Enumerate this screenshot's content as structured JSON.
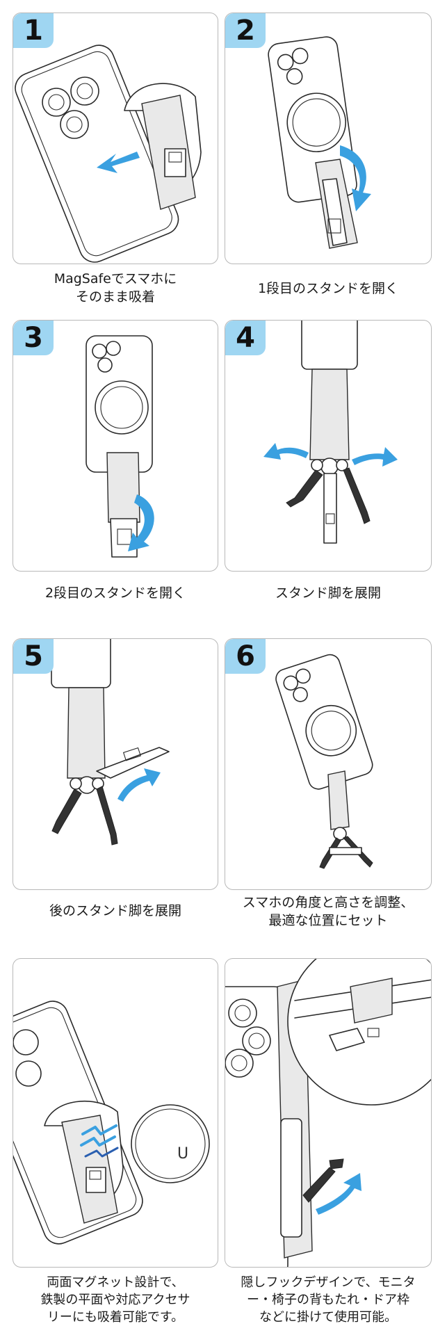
{
  "panels": [
    {
      "number": "1",
      "caption": [
        "MagSafeでスマホに",
        "そのまま吸着"
      ]
    },
    {
      "number": "2",
      "caption": [
        "1段目のスタンドを開く"
      ]
    },
    {
      "number": "3",
      "caption": [
        "2段目のスタンドを開く"
      ]
    },
    {
      "number": "4",
      "caption": [
        "スタンド脚を展開"
      ]
    },
    {
      "number": "5",
      "caption": [
        "後のスタンド脚を展開"
      ]
    },
    {
      "number": "6",
      "caption": [
        "スマホの角度と高さを調整、",
        "最適な位置にセット"
      ]
    },
    {
      "number": "",
      "caption": [
        "両面マグネット設計で、",
        "鉄製の平面や対応アクセサ",
        "リーにも吸着可能です。"
      ]
    },
    {
      "number": "",
      "caption": [
        "隠しフックデザインで、モニタ",
        "ー・椅子の背もたれ・ドア枠",
        "などに掛けて使用可能。"
      ]
    }
  ],
  "magnet_plate_letter": "U",
  "colors": {
    "badge": "#9fd6f2",
    "arrow": "#3aa0e0",
    "border": "#b8b8b8"
  }
}
